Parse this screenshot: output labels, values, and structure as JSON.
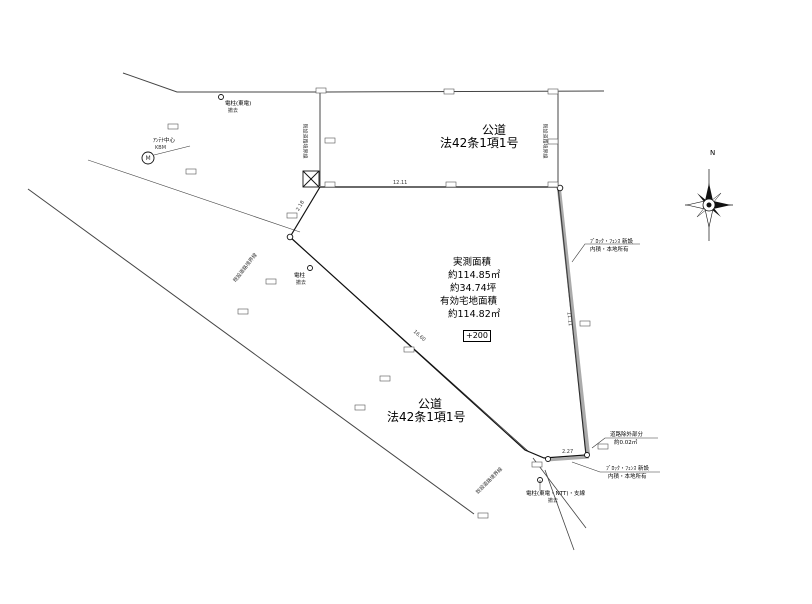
{
  "upper_road": {
    "name": "公道",
    "law": "法42条1項1号"
  },
  "lower_road": {
    "name": "公道",
    "law": "法42条1項1号"
  },
  "area": {
    "title": "実測面積",
    "sqm": "約114.85㎡",
    "tsubo": "約34.74坪",
    "effective_title": "有効宅地面積",
    "effective_sqm": "約114.82㎡",
    "box_label": "+200"
  },
  "annotations": {
    "fence_right_1": "ﾌﾞﾛｯｸ・ﾌｪﾝｽ 新設",
    "fence_right_1_sub": "内積・本地所有",
    "fence_right_2": "ﾌﾞﾛｯｸ・ﾌｪﾝｽ 新設",
    "fence_right_2_sub": "内積・本地所有",
    "excluded_title": "道路除外部分",
    "excluded_value": "約0.02㎡",
    "pole_top": "電柱(東電)",
    "pole_top_sub": "撤去",
    "pole_mid": "電柱",
    "pole_mid_sub": "撤去",
    "pole_bottom": "電柱(東電・NTT)・支線",
    "pole_bottom_sub": "撤去",
    "benchmark": "ｱﾝﾃﾅ中心",
    "benchmark_sub": "KBM",
    "benchmark_symbol": "M",
    "boundary_top_left": "既設道路境界線",
    "boundary_top_right": "既設道路境界線",
    "boundary_left": "既設道路境界線",
    "boundary_bottom": "既設道路境界線"
  },
  "dimensions": {
    "top_edge": "12.11",
    "right_edge": "11.11",
    "diagonal_edge": "16.60",
    "left_short": "2.18",
    "bottom_short": "2.27"
  },
  "north": "N"
}
